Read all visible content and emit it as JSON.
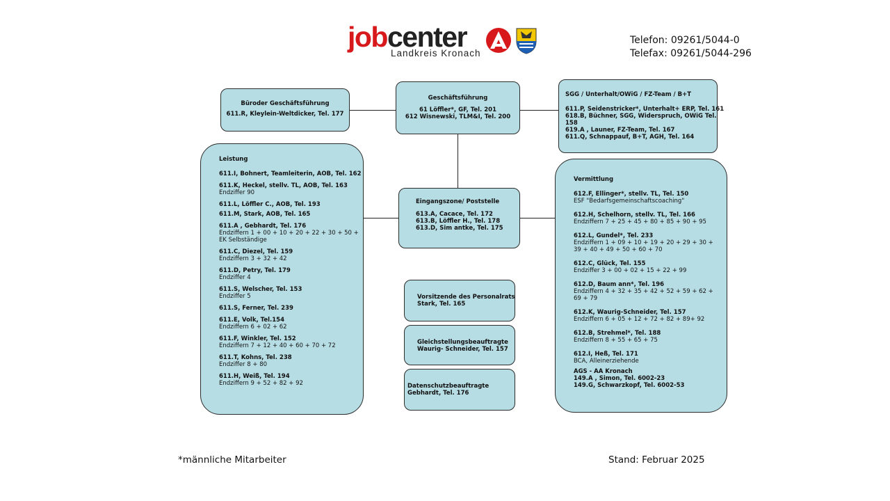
{
  "logo": {
    "brand_part1": "job",
    "brand_part2": "center",
    "region": "Landkreis Kronach",
    "colors": {
      "red": "#d7191c",
      "dark": "#222222",
      "crest_yellow": "#f3c700",
      "crest_blue": "#1d5fb4"
    }
  },
  "contact": {
    "phone": "Telefon: 09261/5044-0",
    "fax": "Telefax: 09261/5044-296"
  },
  "boxes": {
    "buero": {
      "title": "Büroder Geschäftsführung",
      "line1": "611.R, Kleylein-Weltdicker, Tel. 177"
    },
    "gf": {
      "title": "Geschäftsführung",
      "line1": "61 Löffler*, GF, Tel. 201",
      "line2": "612 Wisnewski, TLM&I, Tel. 200"
    },
    "sgg": {
      "title": "SGG / Unterhalt/OWiG / FZ-Team / B+T",
      "l1": "611.P, Seidenstricker*, Unterhalt+ ERP, Tel. 161",
      "l2": "618.B, Büchner, SGG, Widerspruch, OWiG Tel.",
      "l3": "158",
      "l4": "619.A , Launer, FZ-Team, Tel. 167",
      "l5": "611.Q, Schnappauf, B+T, AGH, Tel. 164"
    },
    "eingang": {
      "title": "Eingangszone/ Poststelle",
      "l1": "613.A, Cacace, Tel. 172",
      "l2": "613.B, Löffler H., Tel. 178",
      "l3": "613.D, Sim antke, Tel. 175"
    },
    "personalrat": {
      "title": "Vorsitzende des Personalrats",
      "l1": "Stark, Tel. 165"
    },
    "gleich": {
      "title": "Gleichstellungsbeauftragte",
      "l1": "Waurig- Schneider, Tel. 157"
    },
    "daten": {
      "title": "Datenschutzbeauftragte",
      "l1": "Gebhardt, Tel. 176"
    },
    "leistung": {
      "title": "Leistung",
      "e1": {
        "name": "611.I, Bohnert, Teamleiterin, AOB, Tel. 162"
      },
      "e2": {
        "name": "611.K, Heckel, stellv. TL, AOB, Tel. 163",
        "sub": "Endziffer 90"
      },
      "e3": {
        "name": "611.L, Löffler C., AOB, Tel. 193"
      },
      "e4": {
        "name": "611.M, Stark, AOB, Tel. 165"
      },
      "e5": {
        "name": "611.A , Gebhardt, Tel. 176",
        "sub": "Endziffern 1 + 00 + 10 + 20 + 22 + 30 + 50 +",
        "sub2": "EK Selbständige"
      },
      "e6": {
        "name": "611.C, Diezel, Tel. 159",
        "sub": "Endziffern 3 + 32 + 42"
      },
      "e7": {
        "name": "611.D, Petry, Tel. 179",
        "sub": "Endziffer 4"
      },
      "e8": {
        "name": "611.S, Welscher, Tel. 153",
        "sub": "Endziffer 5"
      },
      "e9": {
        "name": "611.S, Ferner, Tel. 239"
      },
      "e10": {
        "name": "611.E, Volk, Tel.154",
        "sub": "Endziffern 6 + 02 + 62"
      },
      "e11": {
        "name": "611.F, Winkler, Tel. 152",
        "sub": "Endziffern 7 + 12 + 40 + 60 + 70 + 72"
      },
      "e12": {
        "name": "611.T, Kohns, Tel. 238",
        "sub": "Endziffer 8 + 80"
      },
      "e13": {
        "name": "611.H, Weiß, Tel. 194",
        "sub": "Endziffern 9 + 52 + 82 + 92"
      }
    },
    "vermittlung": {
      "title": "Vermittlung",
      "e1": {
        "name": "612.F, Ellinger*, stellv. TL, Tel. 150",
        "sub": "ESF \"Bedarfsgemeinschaftscoaching\""
      },
      "e2": {
        "name": "612.H, Schelhorn, stellv. TL, Tel. 166",
        "sub": "Endziffern 7 + 25 + 45 + 80 + 85 + 90 + 95"
      },
      "e3": {
        "name": "612.L, Gundel*, Tel. 233",
        "sub": "Endziffern 1 + 09 + 10 + 19 + 20 + 29 + 30 +",
        "sub2": "39 + 40 + 49 + 50 + 60 + 70"
      },
      "e4": {
        "name": "612.C, Glück, Tel. 155",
        "sub": "Endziffer 3 + 00 + 02 + 15 + 22 + 99"
      },
      "e5": {
        "name": "612.D, Baum ann*, Tel. 196",
        "sub": "Endziffern 4 + 32 + 35 + 42 + 52 + 59 + 62 +",
        "sub2": "69 + 79"
      },
      "e6": {
        "name": "612.K, Waurig-Schneider, Tel. 157",
        "sub": "Endziffern 6 + 05 + 12 + 72 + 82 + 89+ 92"
      },
      "e7": {
        "name": "612.B, Strehmel*, Tel. 188",
        "sub": "Endziffern 8 + 55 + 65 + 75"
      },
      "e8": {
        "name": "612.I, Heß, Tel. 171",
        "sub": "BCA, Alleinerziehende"
      },
      "ags": {
        "title": "AGS - AA Kronach",
        "l1": "149.A , Simon, Tel. 6002-23",
        "l2": "149.G, Schwarzkopf, Tel. 6002-53"
      }
    }
  },
  "footer": {
    "note": "*männliche Mitarbeiter",
    "date": "Stand: Februar 2025"
  }
}
